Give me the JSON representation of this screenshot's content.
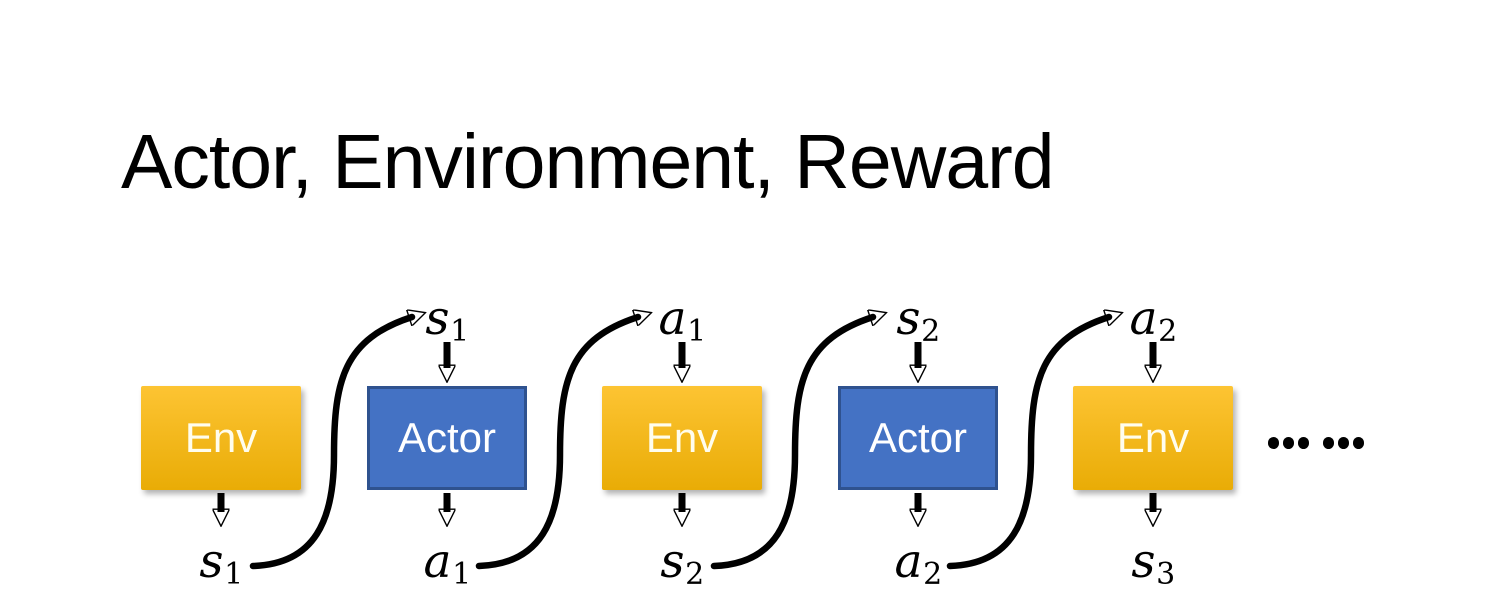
{
  "title": "Actor, Environment, Reward",
  "diagram": {
    "units": [
      {
        "box_label": "Env",
        "kind": "env",
        "bottom_label": {
          "base": "s",
          "sub": "1"
        }
      },
      {
        "box_label": "Actor",
        "kind": "actor",
        "top_label": {
          "base": "s",
          "sub": "1"
        },
        "bottom_label": {
          "base": "a",
          "sub": "1"
        }
      },
      {
        "box_label": "Env",
        "kind": "env",
        "top_label": {
          "base": "a",
          "sub": "1"
        },
        "bottom_label": {
          "base": "s",
          "sub": "2"
        }
      },
      {
        "box_label": "Actor",
        "kind": "actor",
        "top_label": {
          "base": "s",
          "sub": "2"
        },
        "bottom_label": {
          "base": "a",
          "sub": "2"
        }
      },
      {
        "box_label": "Env",
        "kind": "env",
        "top_label": {
          "base": "a",
          "sub": "2"
        },
        "bottom_label": {
          "base": "s",
          "sub": "3"
        }
      }
    ],
    "ellipsis": "……"
  },
  "colors": {
    "env-top": "#FDC433",
    "env-bottom": "#E9AC06",
    "actor-fill": "#4472C4",
    "actor-border": "#2F528F",
    "env-text": "#FFFDEE",
    "actor-text": "#FFFFFF",
    "ink": "#000000",
    "bg": "#FFFFFF"
  }
}
